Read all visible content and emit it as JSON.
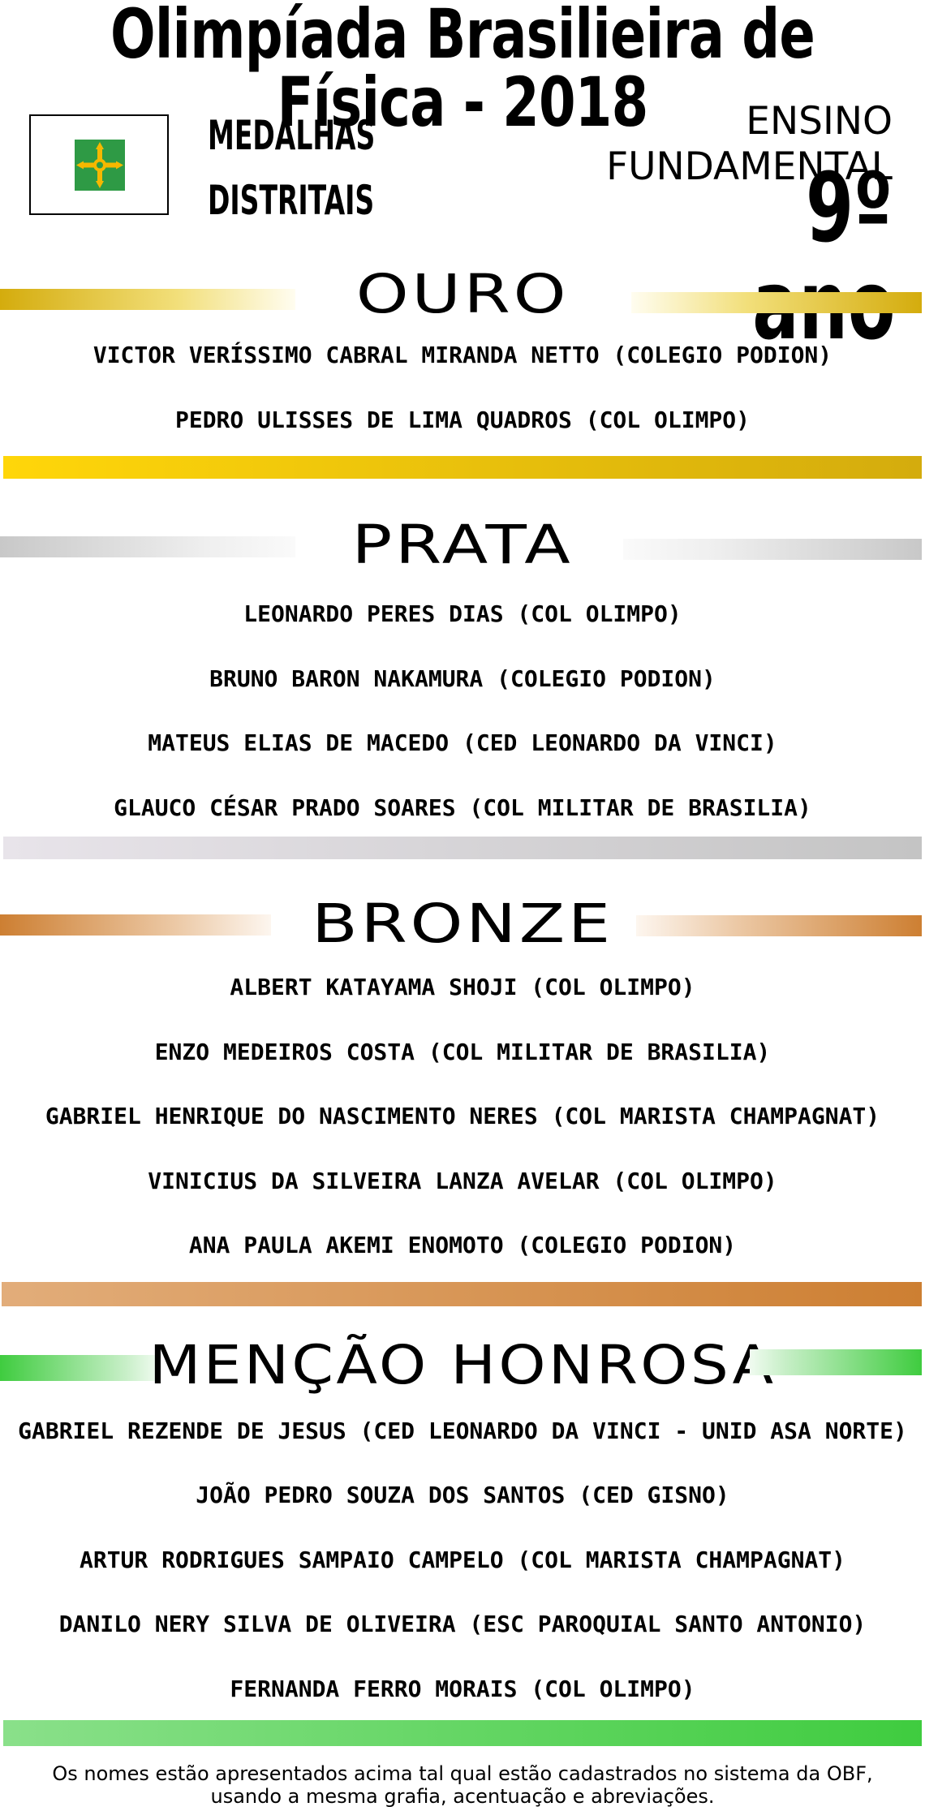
{
  "header": {
    "title": "Olimpíada Brasilieira de Física - 2018",
    "scope_line1": "MEDALHAS",
    "scope_line2": "DISTRITAIS",
    "level": "ENSINO FUNDAMENTAL",
    "grade": "9º ano"
  },
  "colors": {
    "gold": "#d4ac0d",
    "gold_bar": "#ffd60a",
    "silver": "#c8c8c8",
    "bronze": "#cd7f32",
    "green": "#3fcc3f",
    "flag_green": "#2e9a45",
    "flag_yellow": "#f5b800"
  },
  "sections": [
    {
      "title": "OURO",
      "names": [
        "VICTOR VERÍSSIMO CABRAL MIRANDA NETTO (COLEGIO PODION)",
        "PEDRO ULISSES DE LIMA QUADROS (COL OLIMPO)"
      ]
    },
    {
      "title": "PRATA",
      "names": [
        "LEONARDO PERES DIAS (COL OLIMPO)",
        "BRUNO BARON NAKAMURA (COLEGIO PODION)",
        "MATEUS ELIAS DE MACEDO (CED LEONARDO DA VINCI)",
        "GLAUCO CÉSAR PRADO SOARES (COL MILITAR DE BRASILIA)"
      ]
    },
    {
      "title": "BRONZE",
      "names": [
        "ALBERT KATAYAMA SHOJI (COL OLIMPO)",
        "ENZO MEDEIROS COSTA (COL MILITAR DE BRASILIA)",
        "GABRIEL HENRIQUE DO NASCIMENTO NERES (COL MARISTA CHAMPAGNAT)",
        "VINICIUS DA SILVEIRA LANZA AVELAR (COL OLIMPO)",
        "ANA PAULA AKEMI ENOMOTO (COLEGIO PODION)"
      ]
    },
    {
      "title": "MENÇÃO HONROSA",
      "names": [
        "GABRIEL REZENDE DE JESUS (CED LEONARDO DA VINCI - UNID ASA NORTE)",
        "JOÃO PEDRO SOUZA DOS SANTOS (CED GISNO)",
        "ARTUR RODRIGUES SAMPAIO CAMPELO (COL MARISTA CHAMPAGNAT)",
        "DANILO NERY SILVA DE OLIVEIRA (ESC PAROQUIAL SANTO ANTONIO)",
        "FERNANDA FERRO MORAIS (COL OLIMPO)"
      ]
    }
  ],
  "footnote": {
    "line1": "Os nomes estão apresentados acima tal qual estão cadastrados no sistema da OBF,",
    "line2": "usando a mesma grafia, acentuação e abreviações."
  },
  "icons": {
    "flag": "federal-district-flag-icon"
  }
}
